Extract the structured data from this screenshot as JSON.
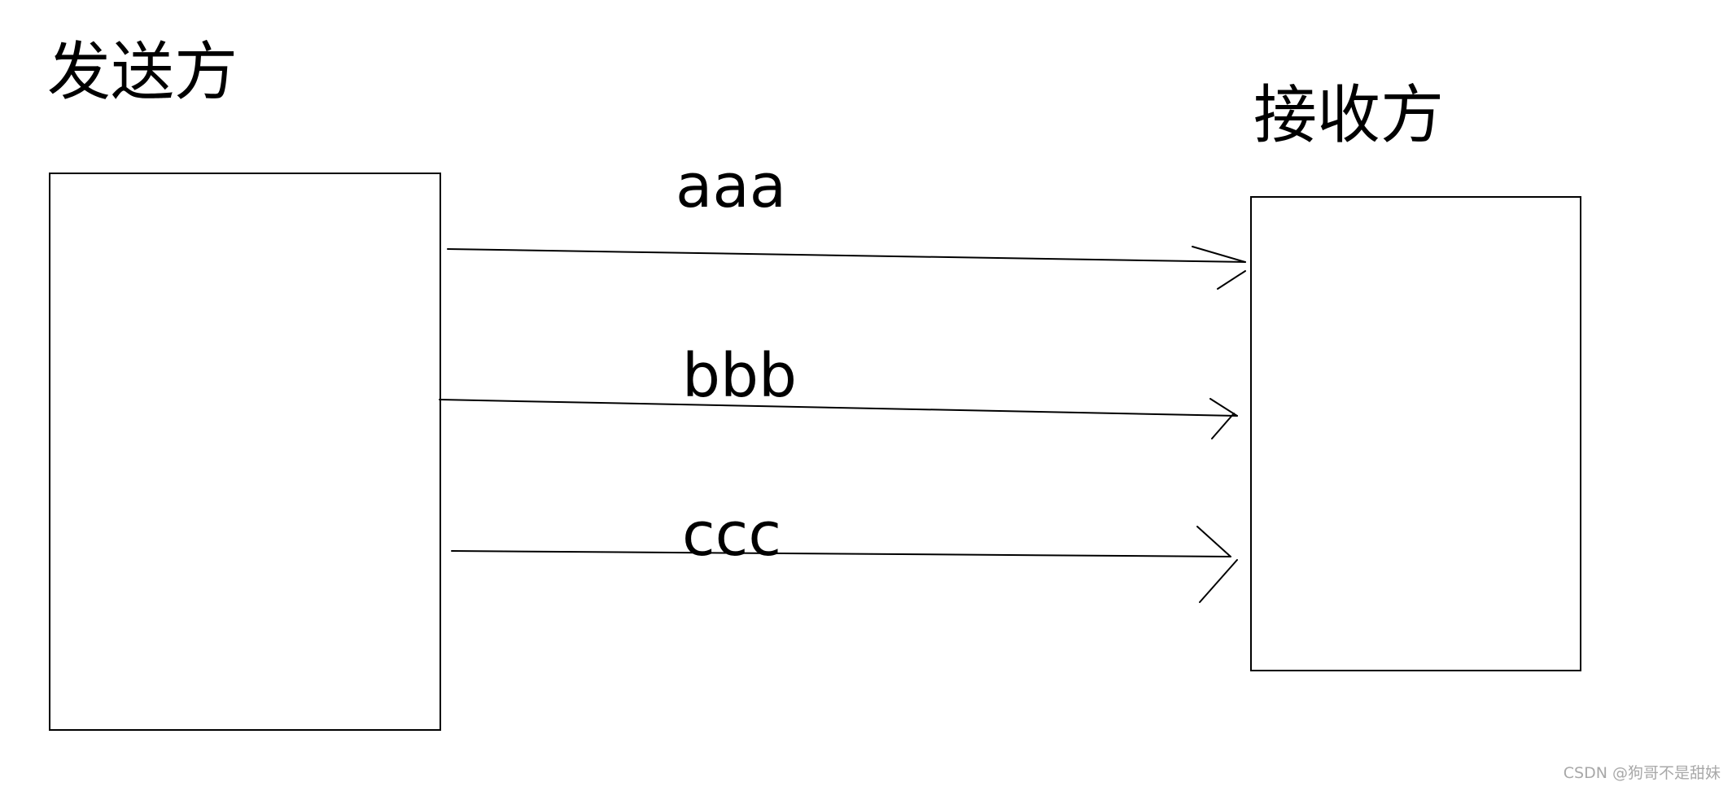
{
  "sender": {
    "title": "发送方"
  },
  "receiver": {
    "title": "接收方"
  },
  "messages": [
    {
      "label": "aaa"
    },
    {
      "label": "bbb"
    },
    {
      "label": "ccc"
    }
  ],
  "watermark": "CSDN @狗哥不是甜妹",
  "colors": {
    "stroke": "#000000",
    "background": "#ffffff",
    "watermark": "#a8a8a8"
  }
}
